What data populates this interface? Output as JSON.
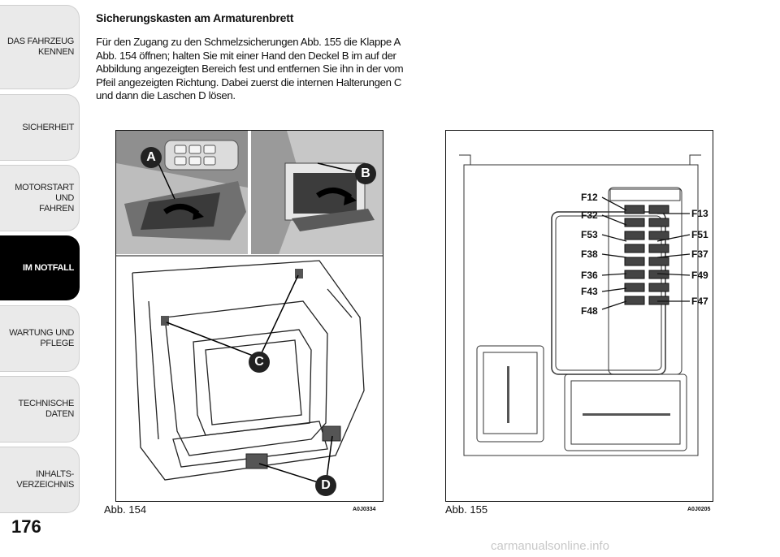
{
  "sidebar": {
    "tabs": [
      {
        "label": "DAS FAHRZEUG\nKENNEN",
        "active": false
      },
      {
        "label": "SICHERHEIT",
        "active": false
      },
      {
        "label": "MOTORSTART UND\nFAHREN",
        "active": false
      },
      {
        "label": "IM NOTFALL",
        "active": true
      },
      {
        "label": "WARTUNG UND\nPFLEGE",
        "active": false
      },
      {
        "label": "TECHNISCHE DATEN",
        "active": false
      },
      {
        "label": "INHALTS-\nVERZEICHNIS",
        "active": false
      }
    ]
  },
  "page_number": "176",
  "heading": "Sicherungskasten am Armaturenbrett",
  "body_text": "Für den Zugang zu den Schmelzsicherungen Abb. 155 die Klappe A Abb. 154 öffnen; halten Sie mit einer Hand den Deckel B im auf der Abbildung angezeigten Bereich fest und entfernen Sie ihn in der vom Pfeil angezeigten Richtung. Dabei zuerst die internen Halterungen C und dann die Laschen D lösen.",
  "figure_154": {
    "caption": "Abb. 154",
    "code": "A0J0334",
    "callouts": [
      "A",
      "B",
      "C",
      "D"
    ]
  },
  "figure_155": {
    "caption": "Abb. 155",
    "code": "A0J0205",
    "fuses_left": [
      "F12",
      "F32",
      "F53",
      "F38",
      "F36",
      "F43",
      "F48"
    ],
    "fuses_right": [
      "F13",
      "F51",
      "F37",
      "F49",
      "F47"
    ]
  },
  "watermark": "carmanualsonline.info"
}
